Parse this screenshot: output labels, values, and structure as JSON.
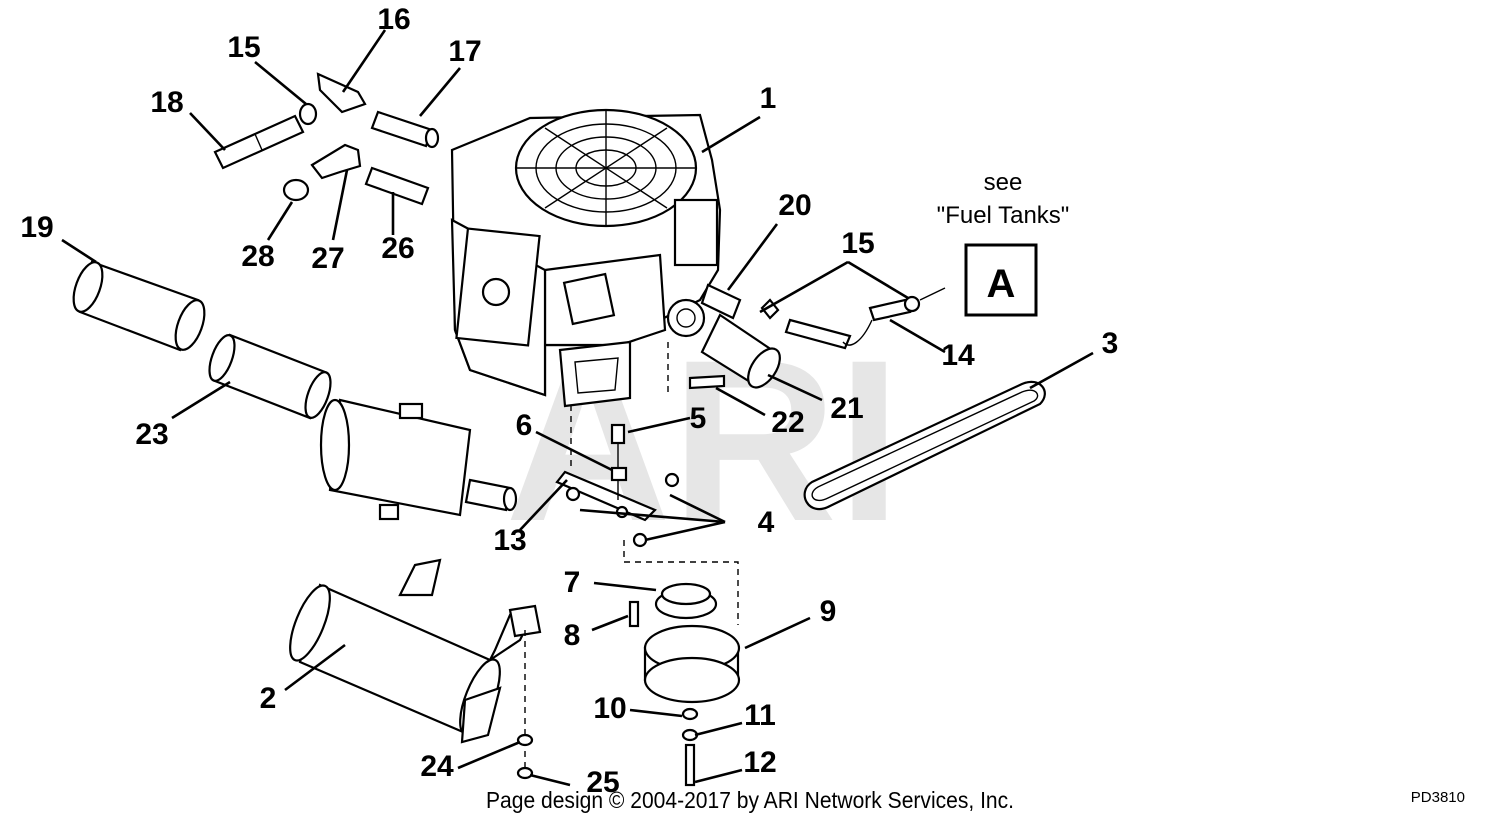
{
  "watermark": "ARI",
  "callouts": [
    "1",
    "2",
    "3",
    "4",
    "5",
    "6",
    "7",
    "8",
    "9",
    "10",
    "11",
    "12",
    "13",
    "14",
    "15",
    "15",
    "16",
    "17",
    "18",
    "19",
    "20",
    "21",
    "22",
    "23",
    "24",
    "25",
    "26",
    "27",
    "28"
  ],
  "reference": {
    "see_text": "see",
    "target_text": "\"Fuel Tanks\"",
    "box_letter": "A"
  },
  "footer": {
    "copyright": "Page design © 2004-2017 by ARI Network Services, Inc.",
    "diagram_code": "PD3810"
  }
}
